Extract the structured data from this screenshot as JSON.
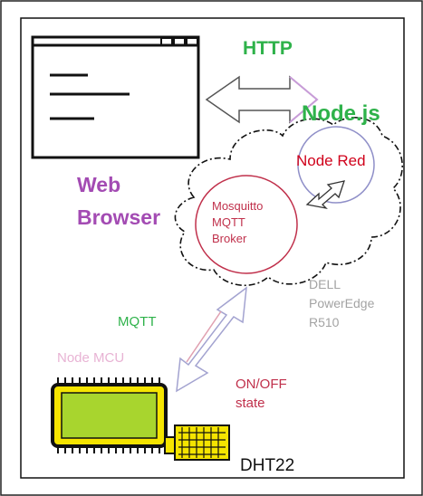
{
  "labels": {
    "http": "HTTP",
    "nodejs": "Node.js",
    "node_red": "Node Red",
    "web_browser_line1": "Web",
    "web_browser_line2": "Browser",
    "broker_line1": "Mosquitto",
    "broker_line2": "MQTT",
    "broker_line3": "Broker",
    "server_line1": "DELL",
    "server_line2": "PowerEdge",
    "server_line3": "R510",
    "mqtt": "MQTT",
    "node_mcu": "Node MCU",
    "state_line1": "ON/OFF",
    "state_line2": "state",
    "sensor": "DHT22"
  },
  "colors": {
    "green": "#2eb24a",
    "purple": "#a34bb3",
    "red": "#d0021b",
    "crimson": "#c0304b",
    "gray": "#a3a3a3",
    "pink": "#e8b3d4",
    "screen_green": "#a8d52e",
    "yellow": "#f5e400"
  }
}
